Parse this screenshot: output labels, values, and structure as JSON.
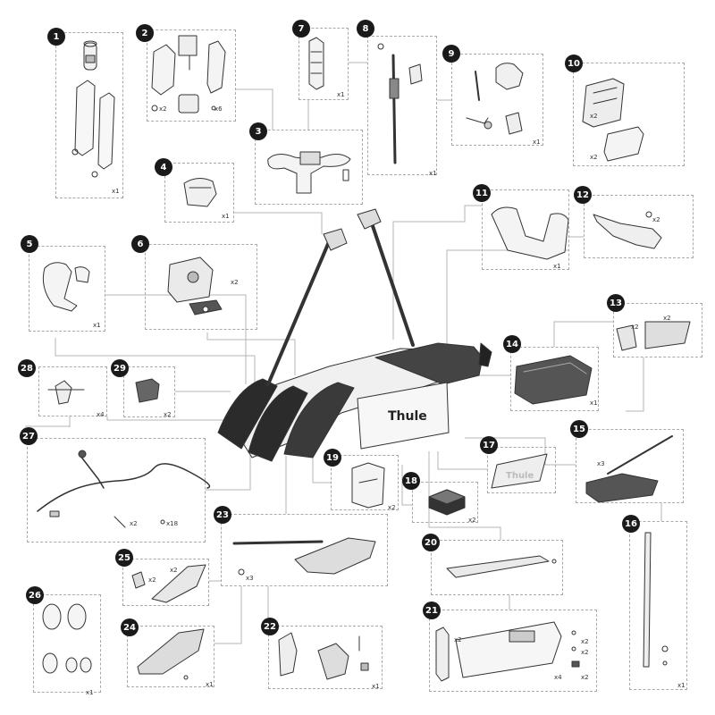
{
  "brand": {
    "logo_text": "Thule"
  },
  "colors": {
    "badge_fill": "#1a1a1a",
    "badge_text": "#ffffff",
    "dashed_border": "#a9a9a9",
    "leader_line": "#b5b5b5",
    "part_stroke": "#333333",
    "carrier_dark": "#2b2b2b"
  },
  "parts": [
    {
      "id": "1",
      "number": "1",
      "qty": [
        "x1"
      ]
    },
    {
      "id": "2",
      "number": "2",
      "qty": [
        "x2",
        "x6"
      ]
    },
    {
      "id": "3",
      "number": "3",
      "qty": []
    },
    {
      "id": "4",
      "number": "4",
      "qty": [
        "x1"
      ]
    },
    {
      "id": "5",
      "number": "5",
      "qty": [
        "x1"
      ]
    },
    {
      "id": "6",
      "number": "6",
      "qty": [
        "x2"
      ]
    },
    {
      "id": "7",
      "number": "7",
      "qty": [
        "x1"
      ]
    },
    {
      "id": "8",
      "number": "8",
      "qty": [
        "x1"
      ]
    },
    {
      "id": "9",
      "number": "9",
      "qty": [
        "x1"
      ]
    },
    {
      "id": "10",
      "number": "10",
      "qty": [
        "x2",
        "x2"
      ]
    },
    {
      "id": "11",
      "number": "11",
      "qty": [
        "x1"
      ]
    },
    {
      "id": "12",
      "number": "12",
      "qty": [
        "x2"
      ]
    },
    {
      "id": "13",
      "number": "13",
      "qty": [
        "x2",
        "x2"
      ]
    },
    {
      "id": "14",
      "number": "14",
      "qty": [
        "x1"
      ]
    },
    {
      "id": "15",
      "number": "15",
      "qty": [
        "x3"
      ]
    },
    {
      "id": "16",
      "number": "16",
      "qty": [
        "x1"
      ]
    },
    {
      "id": "17",
      "number": "17",
      "qty": []
    },
    {
      "id": "18",
      "number": "18",
      "qty": [
        "x2"
      ]
    },
    {
      "id": "19",
      "number": "19",
      "qty": [
        "x2"
      ]
    },
    {
      "id": "20",
      "number": "20",
      "qty": []
    },
    {
      "id": "21",
      "number": "21",
      "qty": [
        "x2",
        "x2",
        "x2",
        "x4",
        "x2"
      ]
    },
    {
      "id": "22",
      "number": "22",
      "qty": [
        "x1"
      ]
    },
    {
      "id": "23",
      "number": "23",
      "qty": [
        "x3"
      ]
    },
    {
      "id": "24",
      "number": "24",
      "qty": [
        "x1"
      ]
    },
    {
      "id": "25",
      "number": "25",
      "qty": [
        "x2",
        "x2"
      ]
    },
    {
      "id": "26",
      "number": "26",
      "qty": [
        "x1"
      ]
    },
    {
      "id": "27",
      "number": "27",
      "qty": [
        "x2",
        "x18"
      ]
    },
    {
      "id": "28",
      "number": "28",
      "qty": [
        "x4"
      ]
    },
    {
      "id": "29",
      "number": "29",
      "qty": [
        "x2"
      ]
    }
  ]
}
